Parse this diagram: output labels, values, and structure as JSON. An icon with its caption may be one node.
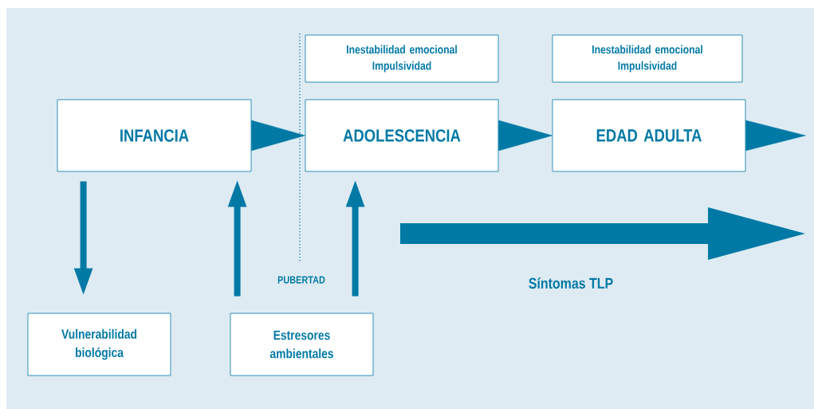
{
  "diagram": {
    "nodes": [
      {
        "text": [
          "INFANCIA"
        ]
      },
      {
        "text": [
          "Inestabilidad emocional",
          "Impulsividad"
        ]
      },
      {
        "text": [
          "ADOLESCENCIA"
        ]
      },
      {
        "text": [
          "Inestabilidad emocional",
          "Impulsividad"
        ]
      },
      {
        "text": [
          "EDAD ADULTA"
        ]
      },
      {
        "text": [
          "Vulnerabilidad biológica"
        ]
      },
      {
        "text": [
          "Estresores ambientales"
        ]
      }
    ],
    "edges": [
      {
        "from": 0,
        "to": 2,
        "arrow": "to"
      },
      {
        "from": 2,
        "to": 4,
        "arrow": "to"
      },
      {
        "from": 4,
        "to": null,
        "arrow": "to"
      },
      {
        "from": 0,
        "to": 5,
        "arrow": "to"
      },
      {
        "from": 6,
        "to": 0,
        "arrow": "to"
      },
      {
        "from": 6,
        "to": 2,
        "arrow": "to"
      }
    ],
    "labels": [
      "PUBERTAD",
      "Síntomas TLP"
    ]
  }
}
